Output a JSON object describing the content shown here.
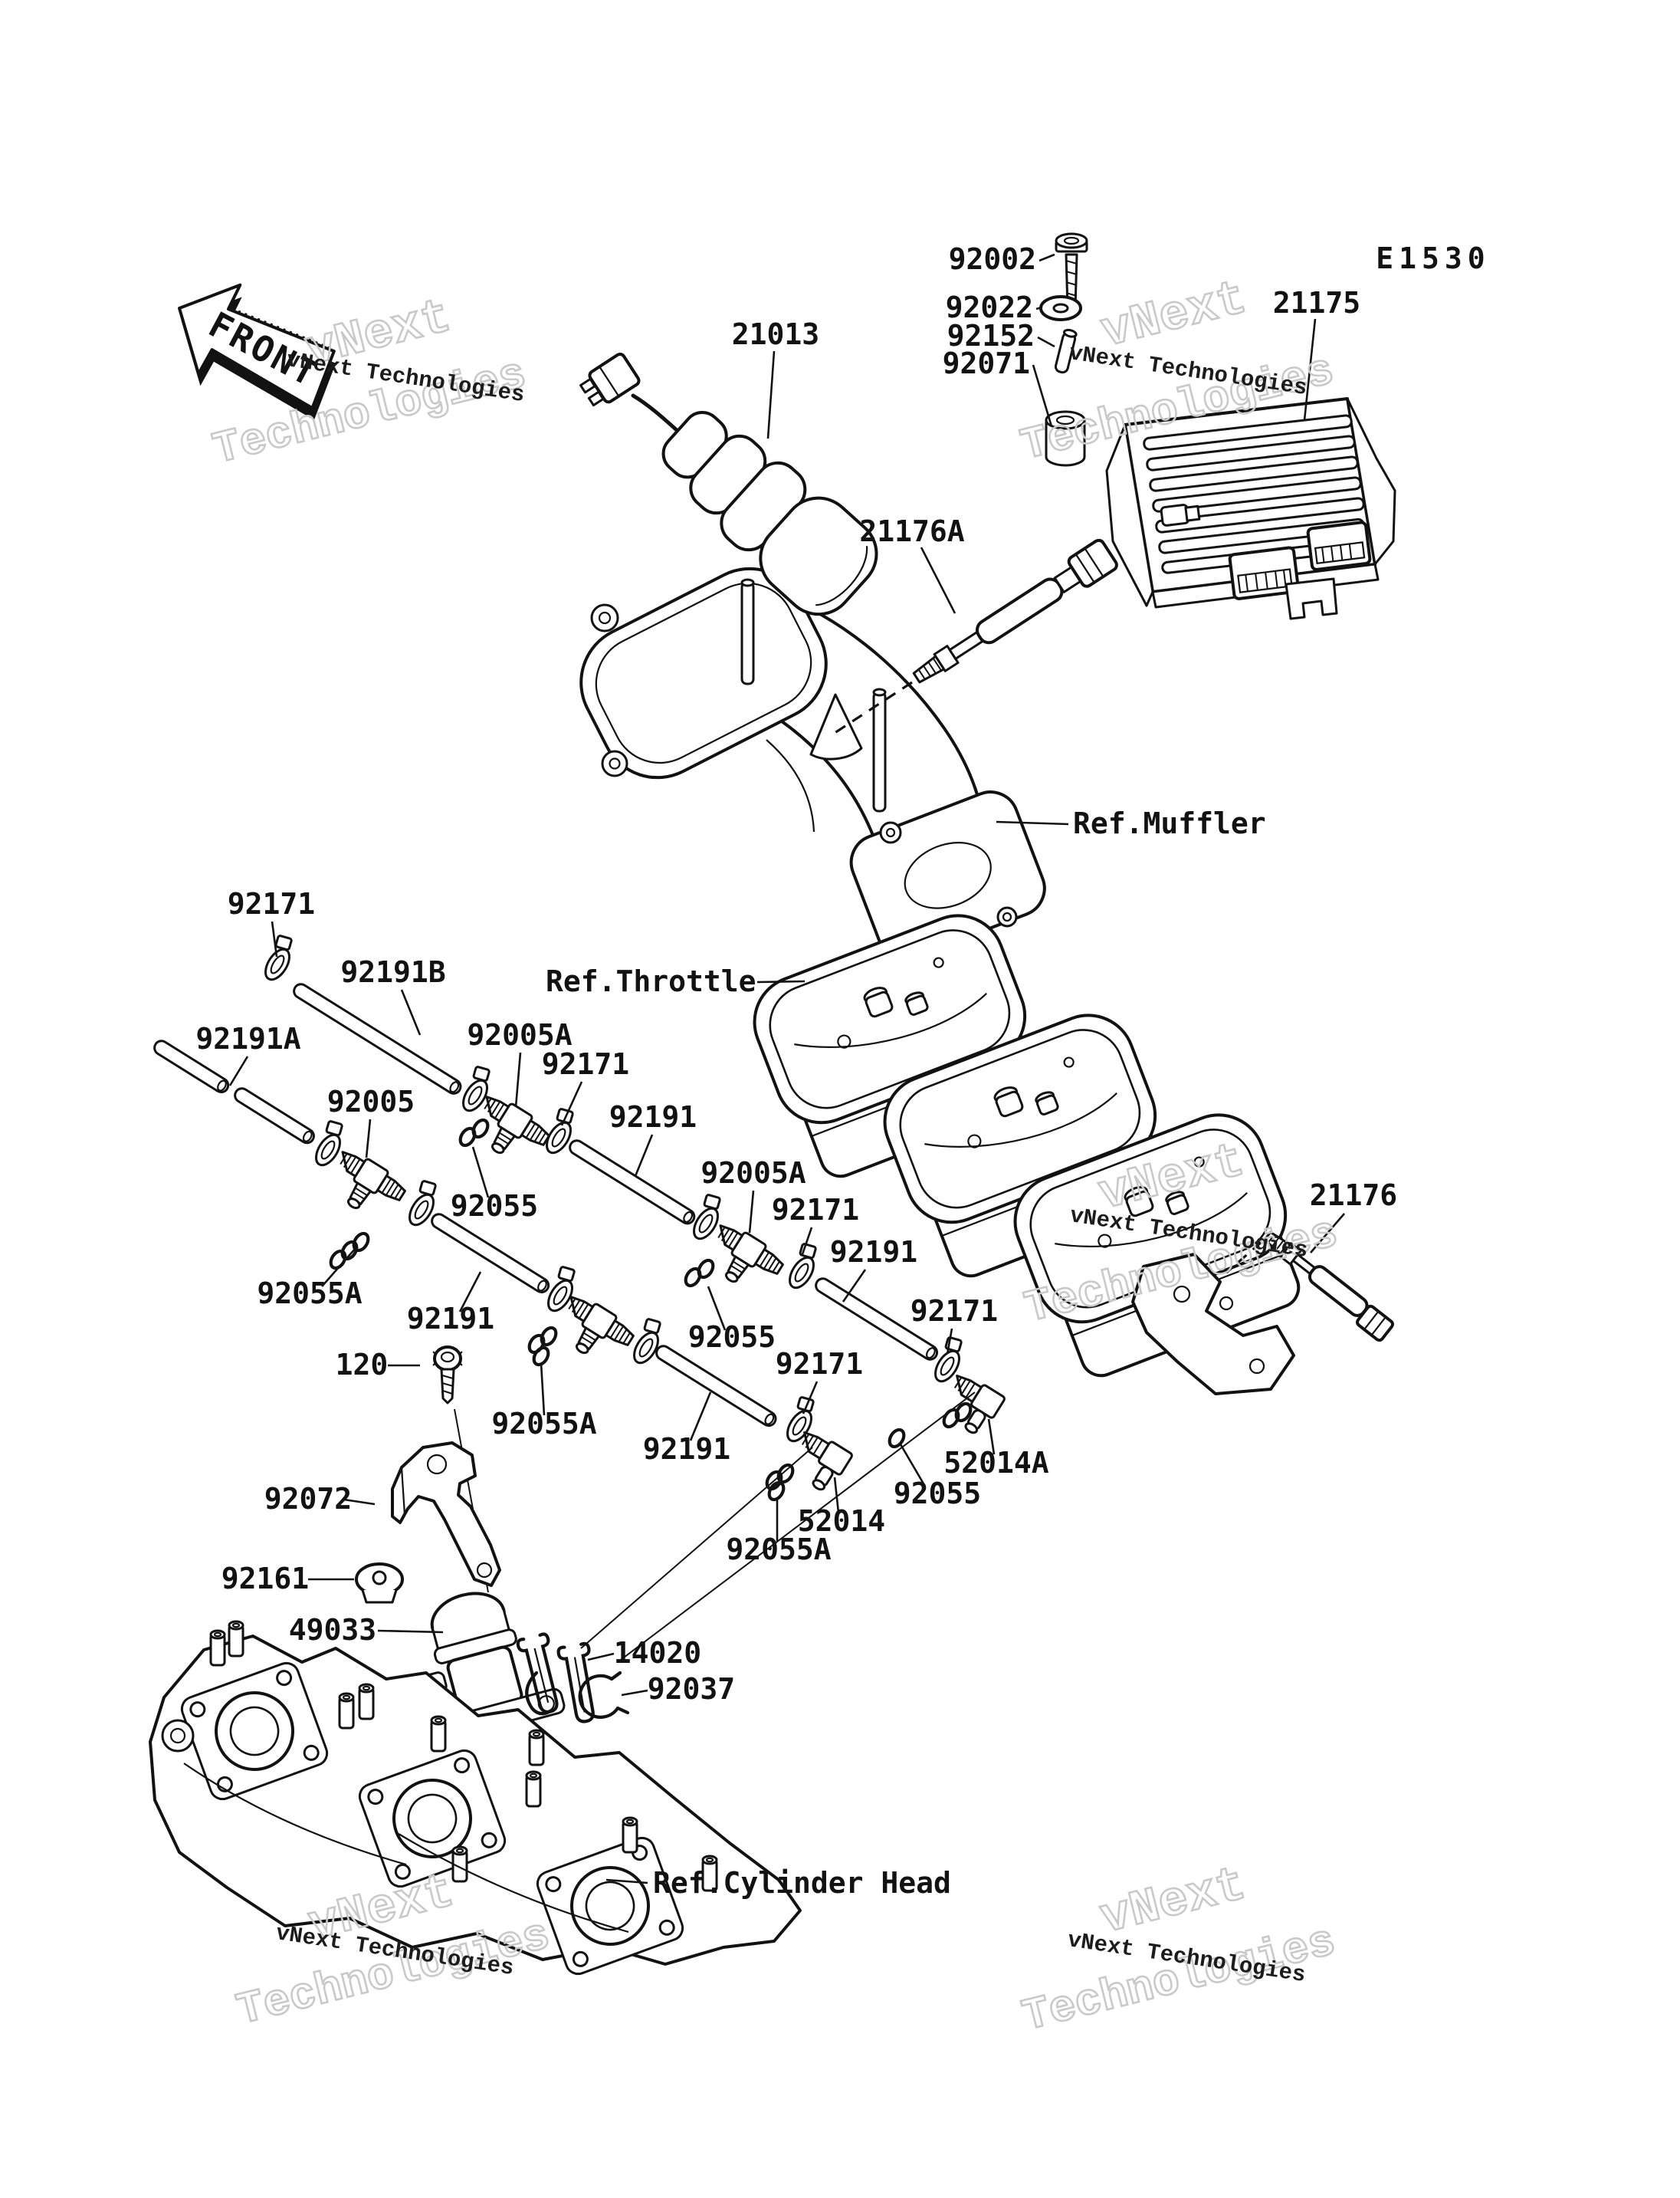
{
  "diagram": {
    "code": "E1530",
    "front": "FRONT"
  },
  "references": {
    "muffler": "Ref.Muffler",
    "throttle": "Ref.Throttle",
    "cylinder_head": "Ref.Cylinder Head"
  },
  "watermark": {
    "small": "vNext Technologies",
    "big1": "vNext",
    "big2": "Technologies"
  },
  "callouts": [
    {
      "part": "92002"
    },
    {
      "part": "92022"
    },
    {
      "part": "92152"
    },
    {
      "part": "92071"
    },
    {
      "part": "21175"
    },
    {
      "part": "21013"
    },
    {
      "part": "21176A"
    },
    {
      "part": "92171"
    },
    {
      "part": "92191B"
    },
    {
      "part": "92191A"
    },
    {
      "part": "92005A"
    },
    {
      "part": "92171"
    },
    {
      "part": "92005"
    },
    {
      "part": "92191"
    },
    {
      "part": "92055"
    },
    {
      "part": "92005A"
    },
    {
      "part": "92171"
    },
    {
      "part": "92191"
    },
    {
      "part": "92171"
    },
    {
      "part": "21176"
    },
    {
      "part": "92055"
    },
    {
      "part": "92171"
    },
    {
      "part": "52014A"
    },
    {
      "part": "92055"
    },
    {
      "part": "52014"
    },
    {
      "part": "92055A"
    },
    {
      "part": "92055A"
    },
    {
      "part": "92191"
    },
    {
      "part": "120"
    },
    {
      "part": "92055A"
    },
    {
      "part": "92191"
    },
    {
      "part": "92072"
    },
    {
      "part": "92161"
    },
    {
      "part": "49033"
    },
    {
      "part": "14020"
    },
    {
      "part": "92037"
    }
  ]
}
